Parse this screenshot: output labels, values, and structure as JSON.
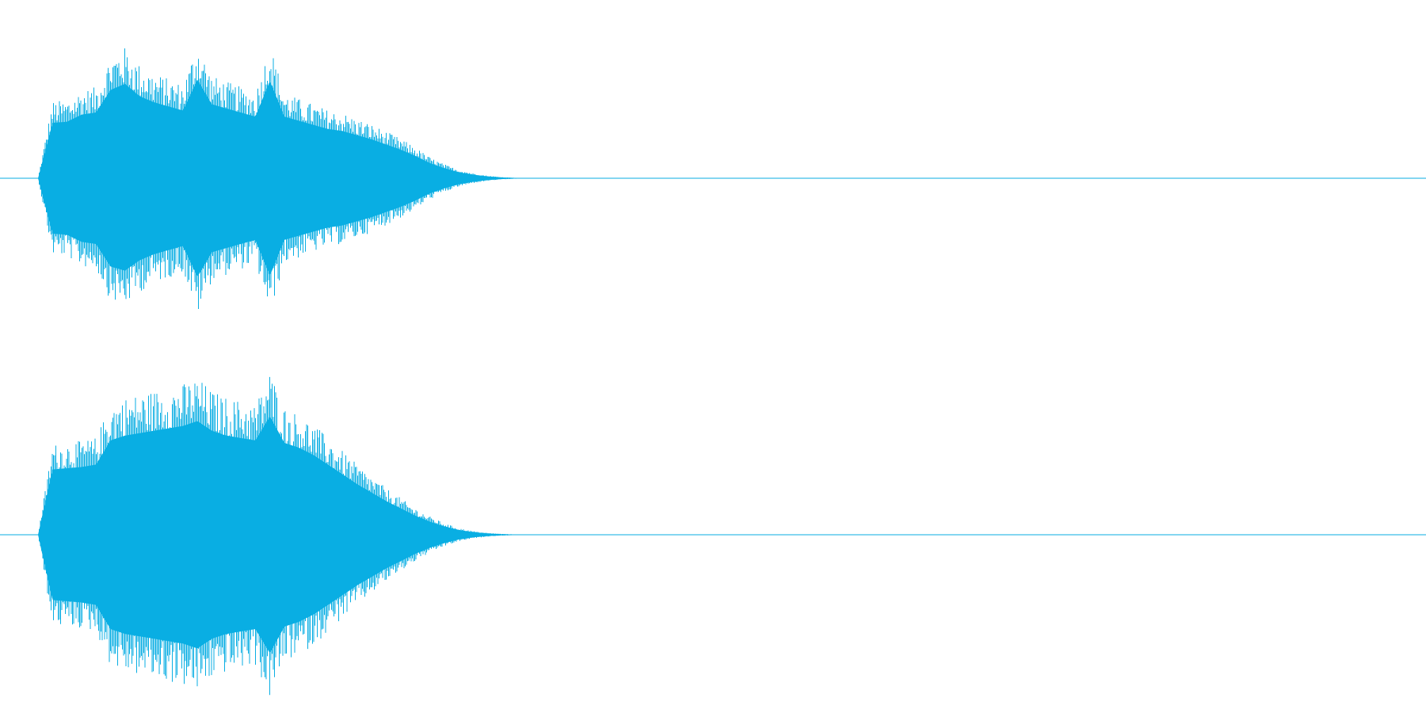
{
  "waveform": {
    "color": "#09aee3",
    "background": "#ffffff",
    "channels": [
      {
        "name": "",
        "envelope_upper": [
          0.0,
          0.54,
          0.55,
          0.62,
          0.64,
          0.86,
          0.92,
          0.8,
          0.74,
          0.7,
          0.66,
          0.96,
          0.72,
          0.68,
          0.64,
          0.6,
          0.95,
          0.6,
          0.56,
          0.52,
          0.48,
          0.46,
          0.42,
          0.38,
          0.33,
          0.28,
          0.22,
          0.15,
          0.1,
          0.06,
          0.035,
          0.018,
          0.008,
          0.003,
          0.0
        ],
        "envelope_lower": [
          0.0,
          0.54,
          0.55,
          0.62,
          0.64,
          0.86,
          0.9,
          0.8,
          0.74,
          0.7,
          0.66,
          0.96,
          0.72,
          0.68,
          0.64,
          0.6,
          0.95,
          0.6,
          0.56,
          0.52,
          0.48,
          0.46,
          0.42,
          0.38,
          0.33,
          0.28,
          0.22,
          0.15,
          0.1,
          0.06,
          0.035,
          0.018,
          0.008,
          0.003,
          0.0
        ]
      },
      {
        "name": "",
        "envelope_upper": [
          0.0,
          0.54,
          0.55,
          0.56,
          0.58,
          0.78,
          0.82,
          0.84,
          0.86,
          0.88,
          0.9,
          0.94,
          0.86,
          0.82,
          0.8,
          0.78,
          0.98,
          0.76,
          0.72,
          0.66,
          0.58,
          0.5,
          0.42,
          0.35,
          0.28,
          0.22,
          0.16,
          0.11,
          0.07,
          0.04,
          0.022,
          0.011,
          0.005,
          0.002,
          0.0
        ],
        "envelope_lower": [
          0.0,
          0.54,
          0.55,
          0.56,
          0.58,
          0.78,
          0.82,
          0.84,
          0.86,
          0.88,
          0.9,
          0.94,
          0.86,
          0.82,
          0.8,
          0.78,
          0.98,
          0.76,
          0.72,
          0.66,
          0.58,
          0.5,
          0.42,
          0.35,
          0.28,
          0.22,
          0.16,
          0.11,
          0.07,
          0.04,
          0.022,
          0.011,
          0.005,
          0.002,
          0.0
        ]
      }
    ]
  }
}
